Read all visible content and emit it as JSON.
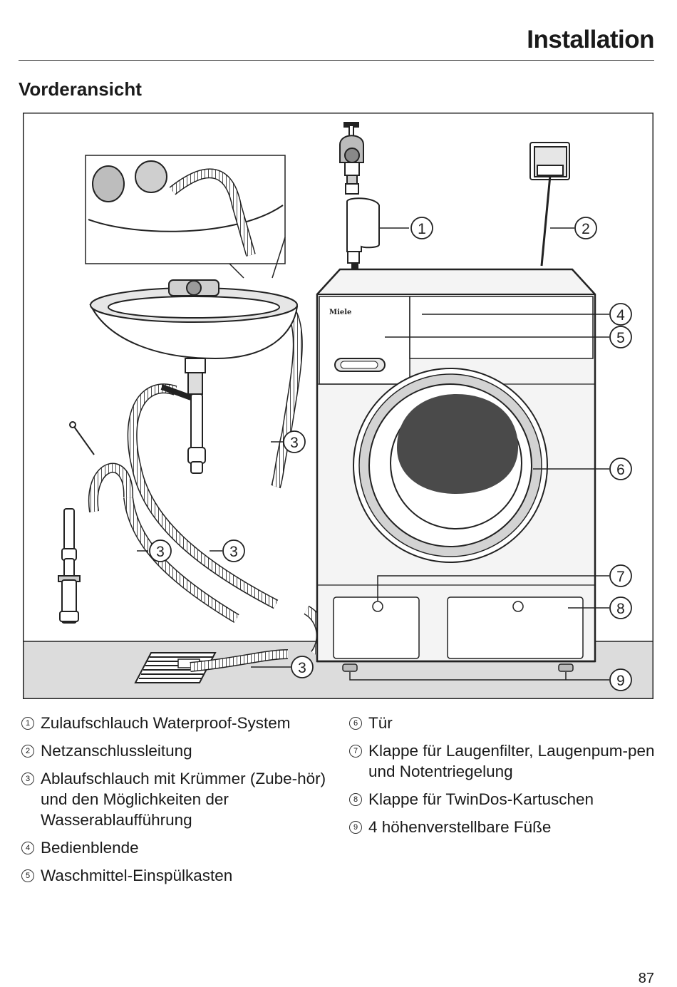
{
  "header": {
    "title": "Installation"
  },
  "section": {
    "title": "Vorderansicht"
  },
  "figure": {
    "brand_label": "Miele",
    "callouts": [
      "1",
      "2",
      "3",
      "3",
      "3",
      "3",
      "4",
      "5",
      "6",
      "7",
      "8",
      "9"
    ]
  },
  "legend": {
    "left": [
      {
        "num": "1",
        "text": "Zulaufschlauch Waterproof-System"
      },
      {
        "num": "2",
        "text": "Netzanschlussleitung"
      },
      {
        "num": "3",
        "text": "Ablaufschlauch mit Krümmer (Zube-hör) und den Möglichkeiten der Wasserablaufführung"
      },
      {
        "num": "4",
        "text": "Bedienblende"
      },
      {
        "num": "5",
        "text": "Waschmittel-Einspülkasten"
      }
    ],
    "right": [
      {
        "num": "6",
        "text": "Tür"
      },
      {
        "num": "7",
        "text": "Klappe für Laugenfilter, Laugenpum-pen und Notentriegelung"
      },
      {
        "num": "8",
        "text": "Klappe für TwinDos-Kartuschen"
      },
      {
        "num": "9",
        "text": "4 höhenverstellbare Füße"
      }
    ]
  },
  "page": {
    "number": "87"
  }
}
